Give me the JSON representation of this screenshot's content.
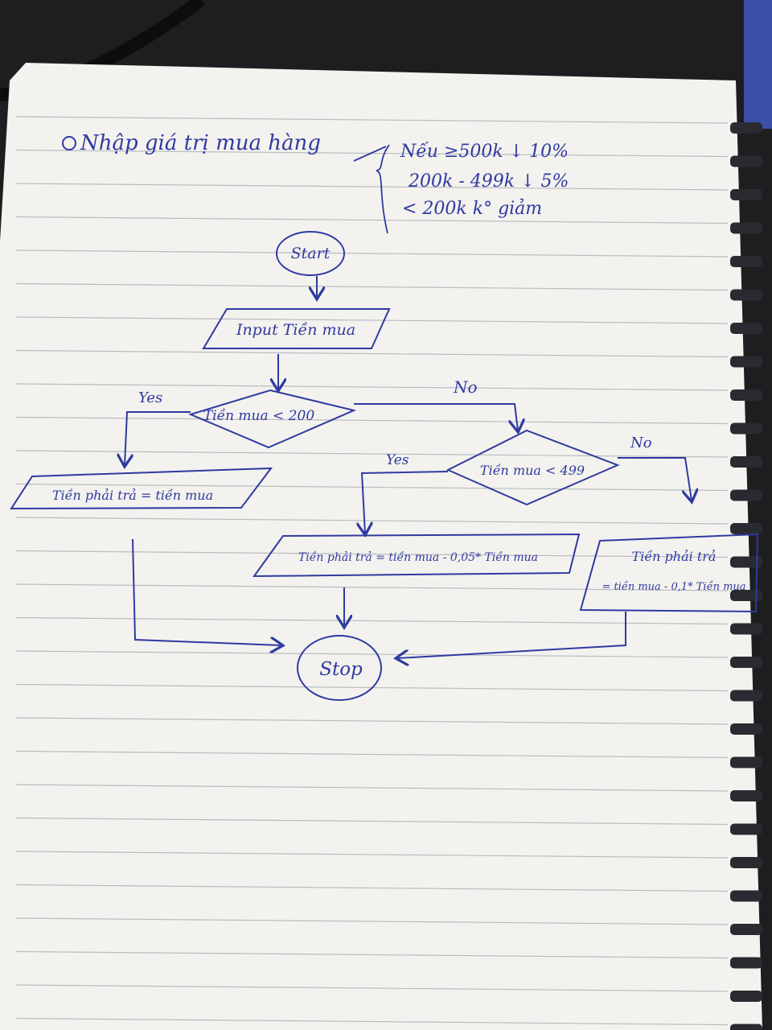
{
  "notes": {
    "title": "Nhập giá trị mua hàng",
    "rule_1": "Nếu ≥500k ↓ 10%",
    "rule_2": "200k - 499k ↓ 5%",
    "rule_3": "< 200k k° giảm"
  },
  "flowchart": {
    "start": "Start",
    "input": "Input Tiền mua",
    "decision_1": "Tiền mua < 200",
    "decision_2": "Tiền mua < 499",
    "yes_1": "Yes",
    "no_1": "No",
    "yes_2": "Yes",
    "no_2": "No",
    "process_no_discount": "Tiền phải trả = tiền mua",
    "process_5": "Tiền phải trả = tiền mua - 0,05* Tiền mua",
    "process_10_line1": "Tiền phải trả",
    "process_10_line2": "= tiền mua - 0,1* Tiền mua",
    "stop": "Stop"
  },
  "colors": {
    "ink": "#2f3aa0",
    "paper": "#f3f2ee",
    "rule_line": "#b9bcc4",
    "background": "#1e1e20",
    "spiral": "#2a2b30"
  }
}
